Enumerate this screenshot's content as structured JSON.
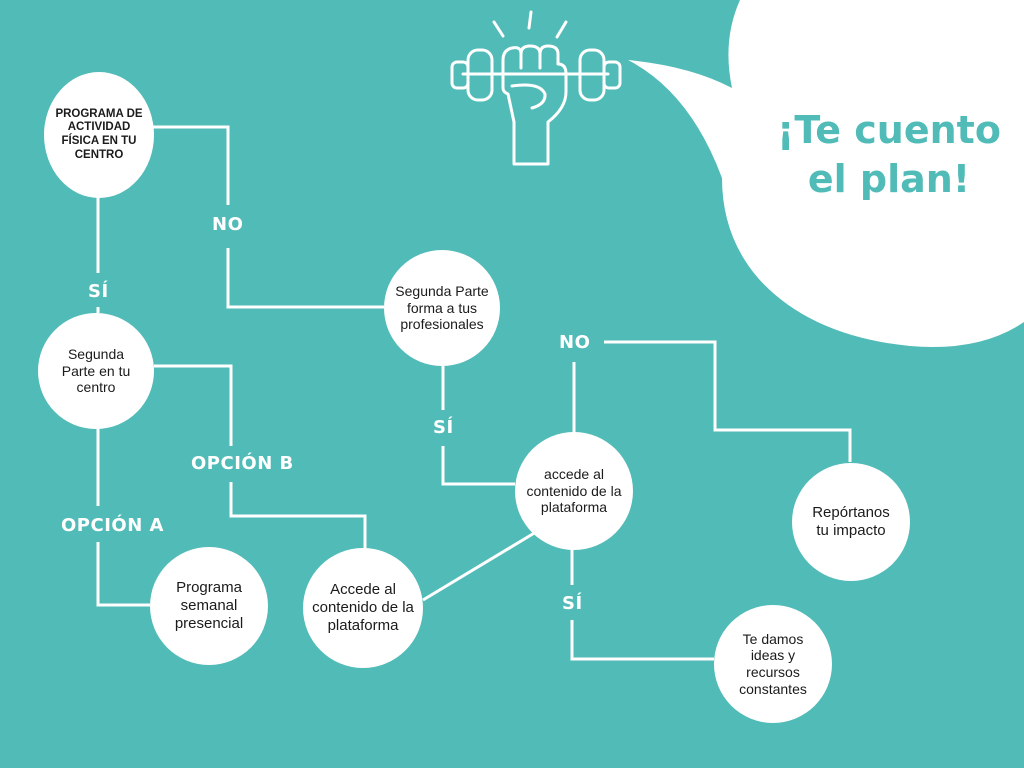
{
  "colors": {
    "background": "#51bbb8",
    "node_fill": "#ffffff",
    "line": "#ffffff",
    "accent_text": "#51bbb8"
  },
  "title": "¡Te cuento\nel plan!",
  "icon": "dumbbell-fist-icon",
  "nodes": {
    "programa": "PROGRAMA DE ACTIVIDAD FÍSICA EN TU CENTRO",
    "segunda_centro": "Segunda Parte en tu centro",
    "segunda_profesionales": "Segunda Parte forma a tus profesionales",
    "accede_plataforma": "accede al contenido de la plataforma",
    "programa_semanal": "Programa semanal presencial",
    "accede_contenido": "Accede al contenido de la plataforma",
    "reportanos": "Repórtanos tu impacto",
    "ideas": "Te damos ideas y recursos constantes"
  },
  "edge_labels": {
    "no_1": "NO",
    "si_1": "SÍ",
    "opcion_b": "OPCIÓN B",
    "opcion_a": "OPCIÓN A",
    "si_2": "SÍ",
    "no_2": "NO",
    "si_3": "SÍ"
  }
}
